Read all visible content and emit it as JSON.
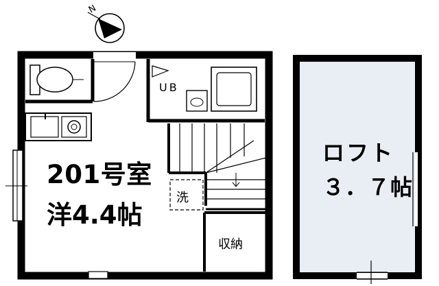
{
  "compass": {
    "north_label": "N",
    "icon": "north-arrow-icon"
  },
  "main_unit": {
    "room_name": "201号室",
    "room_size": "洋4.4帖",
    "bath_label": "UB",
    "washer_label": "洗",
    "storage_label": "収納"
  },
  "loft": {
    "name": "ロフト",
    "size": "３．７帖",
    "floor_color": "#e8eef3"
  },
  "colors": {
    "wall": "#000000",
    "loft_floor": "#e8eef3",
    "fixture_fill": "#f2f2f2"
  }
}
